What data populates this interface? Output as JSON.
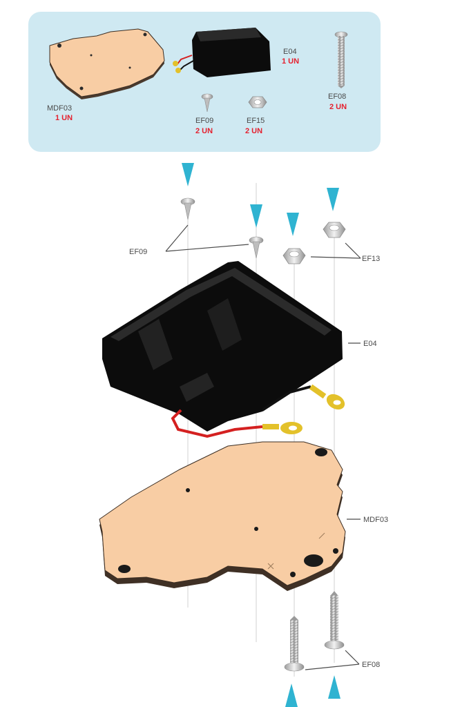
{
  "colors": {
    "panel": "#cfe9f2",
    "wood": "#f8cda4",
    "wood_edge": "#4a3a2e",
    "box": "#0c0c0c",
    "arrow": "#2fb3d1",
    "qty_red": "#e5202e",
    "label": "#4a4a4a",
    "metal": "#cfcfcf"
  },
  "parts_list": [
    {
      "code": "MDF03",
      "qty": "1 UN",
      "icon": "wood-plate-icon"
    },
    {
      "code": "E04",
      "qty": "1 UN",
      "icon": "battery-holder-icon"
    },
    {
      "code": "EF08",
      "qty": "2 UN",
      "icon": "long-screw-icon"
    },
    {
      "code": "EF09",
      "qty": "2 UN",
      "icon": "short-screw-icon"
    },
    {
      "code": "EF15",
      "qty": "2 UN",
      "icon": "hex-nut-icon"
    }
  ],
  "callouts": {
    "ef09": "EF09",
    "ef13": "EF13",
    "e04": "E04",
    "mdf03": "MDF03",
    "ef08": "EF08"
  }
}
